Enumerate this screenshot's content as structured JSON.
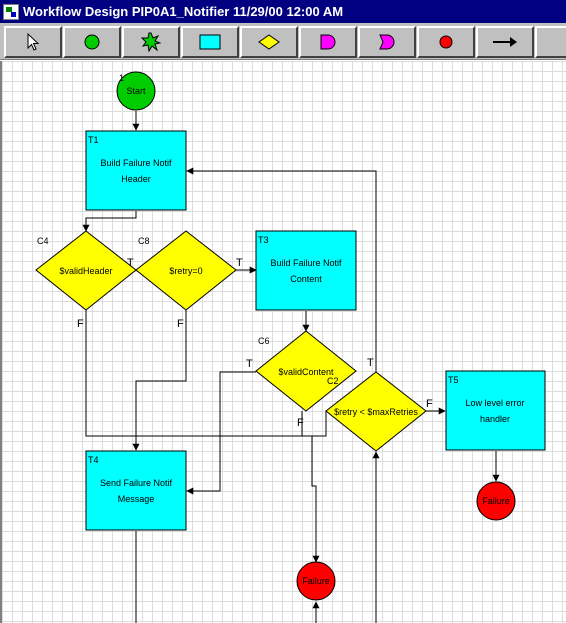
{
  "window": {
    "title": "Workflow Design PIP0A1_Notifier 11/29/00 12:00 AM"
  },
  "toolbar": {
    "tools": [
      {
        "icon": "pointer-icon"
      },
      {
        "icon": "start-node-icon",
        "color": "#00cc00"
      },
      {
        "icon": "star-node-icon",
        "color": "#00cc00"
      },
      {
        "icon": "task-node-icon",
        "color": "#00ffff"
      },
      {
        "icon": "condition-node-icon",
        "color": "#ffff00"
      },
      {
        "icon": "magenta-d-node-icon",
        "color": "#ff00ff"
      },
      {
        "icon": "magenta-notched-node-icon",
        "color": "#ff00ff"
      },
      {
        "icon": "end-node-icon",
        "color": "#ff0000"
      },
      {
        "icon": "arrow-icon"
      }
    ]
  },
  "colors": {
    "task": "#00ffff",
    "condition": "#ffff00",
    "start": "#00cc00",
    "end": "#ff0000"
  },
  "diagram": {
    "start": {
      "tag": "1",
      "label": "Start"
    },
    "tasks": {
      "t1": {
        "tag": "T1",
        "line1": "Build Failure Notif",
        "line2": "Header"
      },
      "t3": {
        "tag": "T3",
        "line1": "Build Failure Notif",
        "line2": "Content"
      },
      "t4": {
        "tag": "T4",
        "line1": "Send Failure Notif",
        "line2": "Message"
      },
      "t5": {
        "tag": "T5",
        "line1": "Low level error",
        "line2": "handler"
      }
    },
    "conditions": {
      "c4": {
        "tag": "C4",
        "label": "$validHeader"
      },
      "c8": {
        "tag": "C8",
        "label": "$retry=0"
      },
      "c6": {
        "tag": "C6",
        "label": "$validContent"
      },
      "c2": {
        "tag": "C2",
        "label": "$retry < $maxRetries"
      }
    },
    "ends": {
      "e1": {
        "label": "Failure"
      },
      "e2": {
        "label": "Failure"
      }
    },
    "edge_labels": {
      "t": "T",
      "f": "F"
    }
  }
}
